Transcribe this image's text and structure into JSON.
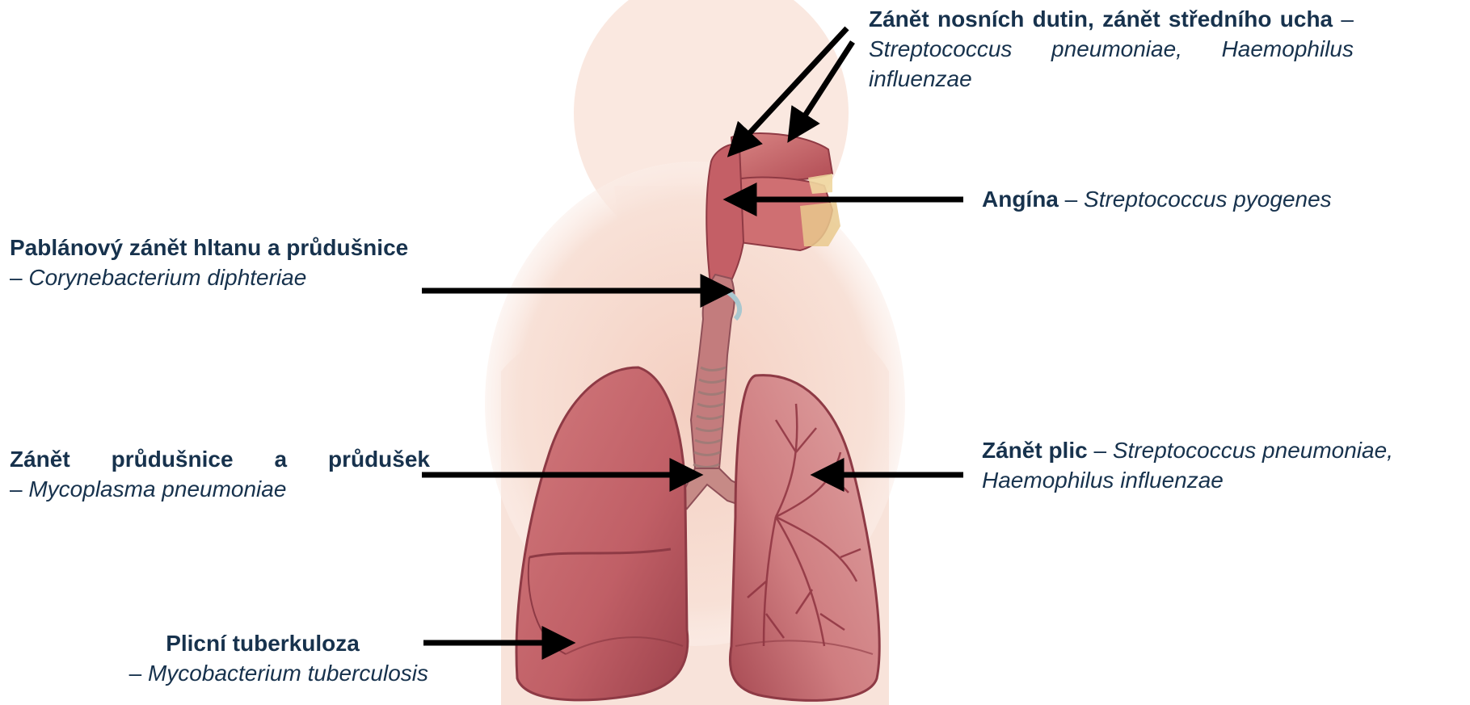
{
  "labels": {
    "sinus": {
      "disease": "Zánět nosních dutin, zánět středního ucha",
      "dash": "–",
      "pathogen": "Streptococcus pneumoniae, Haemophilus influenzae"
    },
    "angina": {
      "disease": "Angína",
      "dash": "–",
      "pathogen": "Streptococcus pyogenes"
    },
    "diphtheria": {
      "disease": "Pablánový zánět hltanu a průdušnice",
      "dash": "–",
      "pathogen": "Corynebacterium diphteriae"
    },
    "bronchitis": {
      "disease": "Zánět průdušnice a průdušek",
      "dash": "–",
      "pathogen": "Mycoplasma pneumoniae"
    },
    "pneumonia": {
      "disease": "Zánět plic",
      "dash": "–",
      "pathogen": "Streptococcus pneumoniae, Haemophilus influenzae"
    },
    "tuberculosis": {
      "disease": "Plicní tuberkuloza",
      "dash": "–",
      "pathogen": "Mycobacterium tuberculosis"
    }
  },
  "colors": {
    "text": "#17324d",
    "arrow": "#000000",
    "skin": "#f6d9cc",
    "lung": "#c9666c",
    "lung_dark": "#a84a53",
    "trachea": "#b98a86",
    "cartilage": "#d7b3a8"
  }
}
